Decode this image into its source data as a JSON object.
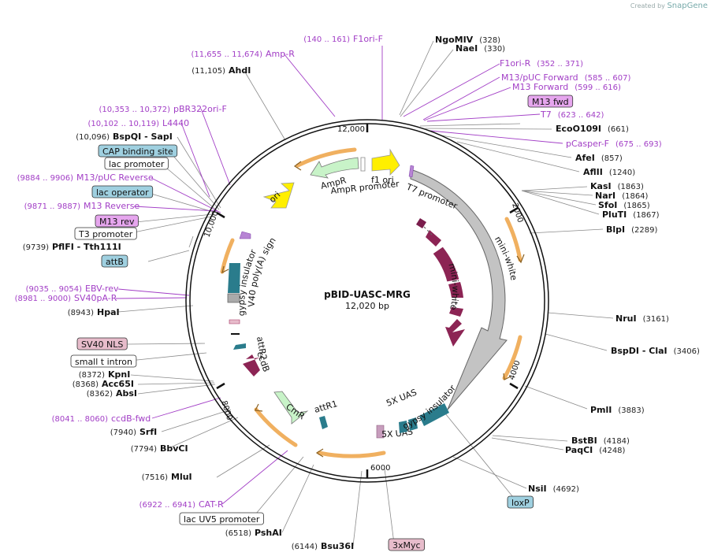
{
  "watermark": {
    "prefix": "Created by",
    "brand": "SnapGene"
  },
  "plasmid": {
    "name": "pBID-UASC-MRG",
    "size": "12,020 bp"
  },
  "ruler": [
    "12,000",
    "2000",
    "4000",
    "6000",
    "8000",
    "10,000"
  ],
  "features": {
    "mini_white_outer": "mini-white",
    "mini_white_inner": "mini-white",
    "t7_promoter": "T7 promoter",
    "f1_ori": "f1 ori",
    "ampr": "AmpR",
    "ampr_promoter": "AmpR promoter",
    "ori": "ori",
    "gypsy_left": "gypsy insulator",
    "sv40": "SV40 poly(A) signal",
    "attr2": "attR2",
    "ccdb": "ccdB",
    "cmr": "CmR",
    "attr1": "attR1",
    "uas1": "5X UAS",
    "uas2": "5X UAS",
    "gypsy_right": "gypsy insulator"
  },
  "labels": [
    {
      "kind": "enzyme",
      "name": "NgoMIV",
      "pos": "(328)"
    },
    {
      "kind": "enzyme",
      "name": "NaeI",
      "pos": "(330)"
    },
    {
      "kind": "primer",
      "name": "F1ori-R",
      "pos": "(352 .. 371)"
    },
    {
      "kind": "primer",
      "name": "M13/pUC Forward",
      "pos": "(585 .. 607)"
    },
    {
      "kind": "primer",
      "name": "M13 Forward",
      "pos": "(599 .. 616)"
    },
    {
      "kind": "box",
      "name": "M13 fwd",
      "color": "#e6a6ee"
    },
    {
      "kind": "primer",
      "name": "T7",
      "pos": "(623 .. 642)"
    },
    {
      "kind": "enzyme",
      "name": "EcoO109I",
      "pos": "(661)"
    },
    {
      "kind": "primer",
      "name": "pCasper-F",
      "pos": "(675 .. 693)"
    },
    {
      "kind": "enzyme",
      "name": "AfeI",
      "pos": "(857)"
    },
    {
      "kind": "enzyme",
      "name": "AflII",
      "pos": "(1240)"
    },
    {
      "kind": "enzyme",
      "name": "KasI",
      "pos": "(1863)"
    },
    {
      "kind": "enzyme",
      "name": "NarI",
      "pos": "(1864)"
    },
    {
      "kind": "enzyme",
      "name": "SfoI",
      "pos": "(1865)"
    },
    {
      "kind": "enzyme",
      "name": "PluTI",
      "pos": "(1867)"
    },
    {
      "kind": "enzyme",
      "name": "BlpI",
      "pos": "(2289)"
    },
    {
      "kind": "enzyme",
      "name": "NruI",
      "pos": "(3161)"
    },
    {
      "kind": "enzyme",
      "name": "BspDI - ClaI",
      "pos": "(3406)"
    },
    {
      "kind": "enzyme",
      "name": "PmlI",
      "pos": "(3883)"
    },
    {
      "kind": "enzyme",
      "name": "BstBI",
      "pos": "(4184)"
    },
    {
      "kind": "enzyme",
      "name": "PaqCI",
      "pos": "(4248)"
    },
    {
      "kind": "enzyme",
      "name": "NsiI",
      "pos": "(4692)"
    },
    {
      "kind": "box",
      "name": "loxP",
      "color": "#9fd0e0"
    },
    {
      "kind": "box",
      "name": "3xMyc",
      "color": "#e7bccb"
    },
    {
      "kind": "enzyme",
      "name": "Bsu36I",
      "pos": "(6144)"
    },
    {
      "kind": "enzyme",
      "name": "PshAI",
      "pos": "(6518)"
    },
    {
      "kind": "box",
      "name": "lac UV5 promoter",
      "color": "#ffffff"
    },
    {
      "kind": "primer",
      "name": "CAT-R",
      "pos": "(6922 .. 6941)"
    },
    {
      "kind": "enzyme",
      "name": "MluI",
      "pos": "(7516)"
    },
    {
      "kind": "enzyme",
      "name": "BbvCI",
      "pos": "(7794)"
    },
    {
      "kind": "enzyme",
      "name": "SrfI",
      "pos": "(7940)"
    },
    {
      "kind": "primer",
      "name": "ccdB-fwd",
      "pos": "(8041 .. 8060)"
    },
    {
      "kind": "enzyme",
      "name": "AbsI",
      "pos": "(8362)"
    },
    {
      "kind": "enzyme",
      "name": "Acc65I",
      "pos": "(8368)"
    },
    {
      "kind": "enzyme",
      "name": "KpnI",
      "pos": "(8372)"
    },
    {
      "kind": "box",
      "name": "small t intron",
      "color": "#ffffff"
    },
    {
      "kind": "box",
      "name": "SV40 NLS",
      "color": "#e7bccb"
    },
    {
      "kind": "enzyme",
      "name": "HpaI",
      "pos": "(8943)"
    },
    {
      "kind": "primer",
      "name": "SV40pA-R",
      "pos": "(8981 .. 9000)"
    },
    {
      "kind": "primer",
      "name": "EBV-rev",
      "pos": "(9035 .. 9054)"
    },
    {
      "kind": "box",
      "name": "attB",
      "color": "#9fd0e0"
    },
    {
      "kind": "enzyme",
      "name": "PflFI - Tth111I",
      "pos": "(9739)"
    },
    {
      "kind": "box",
      "name": "T3 promoter",
      "color": "#ffffff"
    },
    {
      "kind": "box",
      "name": "M13 rev",
      "color": "#e6a6ee"
    },
    {
      "kind": "primer",
      "name": "M13 Reverse",
      "pos": "(9871 .. 9887)"
    },
    {
      "kind": "box",
      "name": "lac operator",
      "color": "#9fd0e0"
    },
    {
      "kind": "primer",
      "name": "M13/pUC Reverse",
      "pos": "(9884 .. 9906)"
    },
    {
      "kind": "box",
      "name": "lac promoter",
      "color": "#ffffff"
    },
    {
      "kind": "box",
      "name": "CAP binding site",
      "color": "#9fd0e0"
    },
    {
      "kind": "enzyme",
      "name": "BspQI - SapI",
      "pos": "(10,096)"
    },
    {
      "kind": "primer",
      "name": "L4440",
      "pos": "(10,102 .. 10,119)"
    },
    {
      "kind": "primer",
      "name": "pBR322ori-F",
      "pos": "(10,353 .. 10,372)"
    },
    {
      "kind": "enzyme",
      "name": "AhdI",
      "pos": "(11,105)"
    },
    {
      "kind": "primer",
      "name": "Amp-R",
      "pos": "(11,655 .. 11,674)"
    },
    {
      "kind": "primer",
      "name": "F1ori-F",
      "pos": "(140 .. 161)"
    }
  ]
}
